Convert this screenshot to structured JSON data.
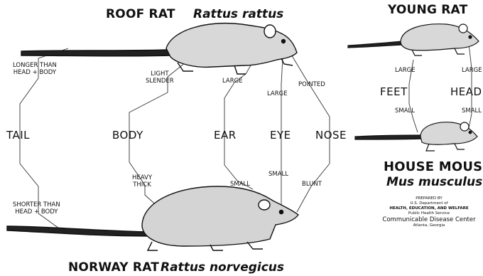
{
  "roof_rat": {
    "common_name": "ROOF RAT",
    "scientific_name": "Rattus rattus"
  },
  "norway_rat": {
    "common_name": "NORWAY RAT",
    "scientific_name": "Rattus norvegicus"
  },
  "young_rat": {
    "title": "YOUNG RAT"
  },
  "house_mouse": {
    "common_name": "HOUSE MOUSE",
    "scientific_name": "Mus musculus"
  },
  "categories": {
    "tail": "TAIL",
    "body": "BODY",
    "ear": "EAR",
    "eye": "EYE",
    "nose": "NOSE",
    "feet": "FEET",
    "head": "HEAD"
  },
  "traits": {
    "tail_long": "LONGER THAN\nHEAD + BODY",
    "tail_short": "SHORTER THAN\nHEAD + BODY",
    "body_light": "LIGHT\nSLENDER",
    "body_heavy": "HEAVY\nTHICK",
    "ear_large": "LARGE",
    "ear_small": "SMALL",
    "eye_large": "LARGE",
    "eye_small": "SMALL",
    "nose_pointed": "POINTED",
    "nose_blunt": "BLUNT",
    "feet_large": "LARGE",
    "feet_small": "SMALL",
    "head_large": "LARGE",
    "head_small": "SMALL"
  },
  "credit": {
    "prepared_by": "PREPARED BY",
    "dept": "U.S. Department of",
    "hew": "HEALTH, EDUCATION, AND WELFARE",
    "service": "Public Health Service",
    "center": "Communicable Disease Center",
    "location": "Atlanta, Georgia"
  }
}
